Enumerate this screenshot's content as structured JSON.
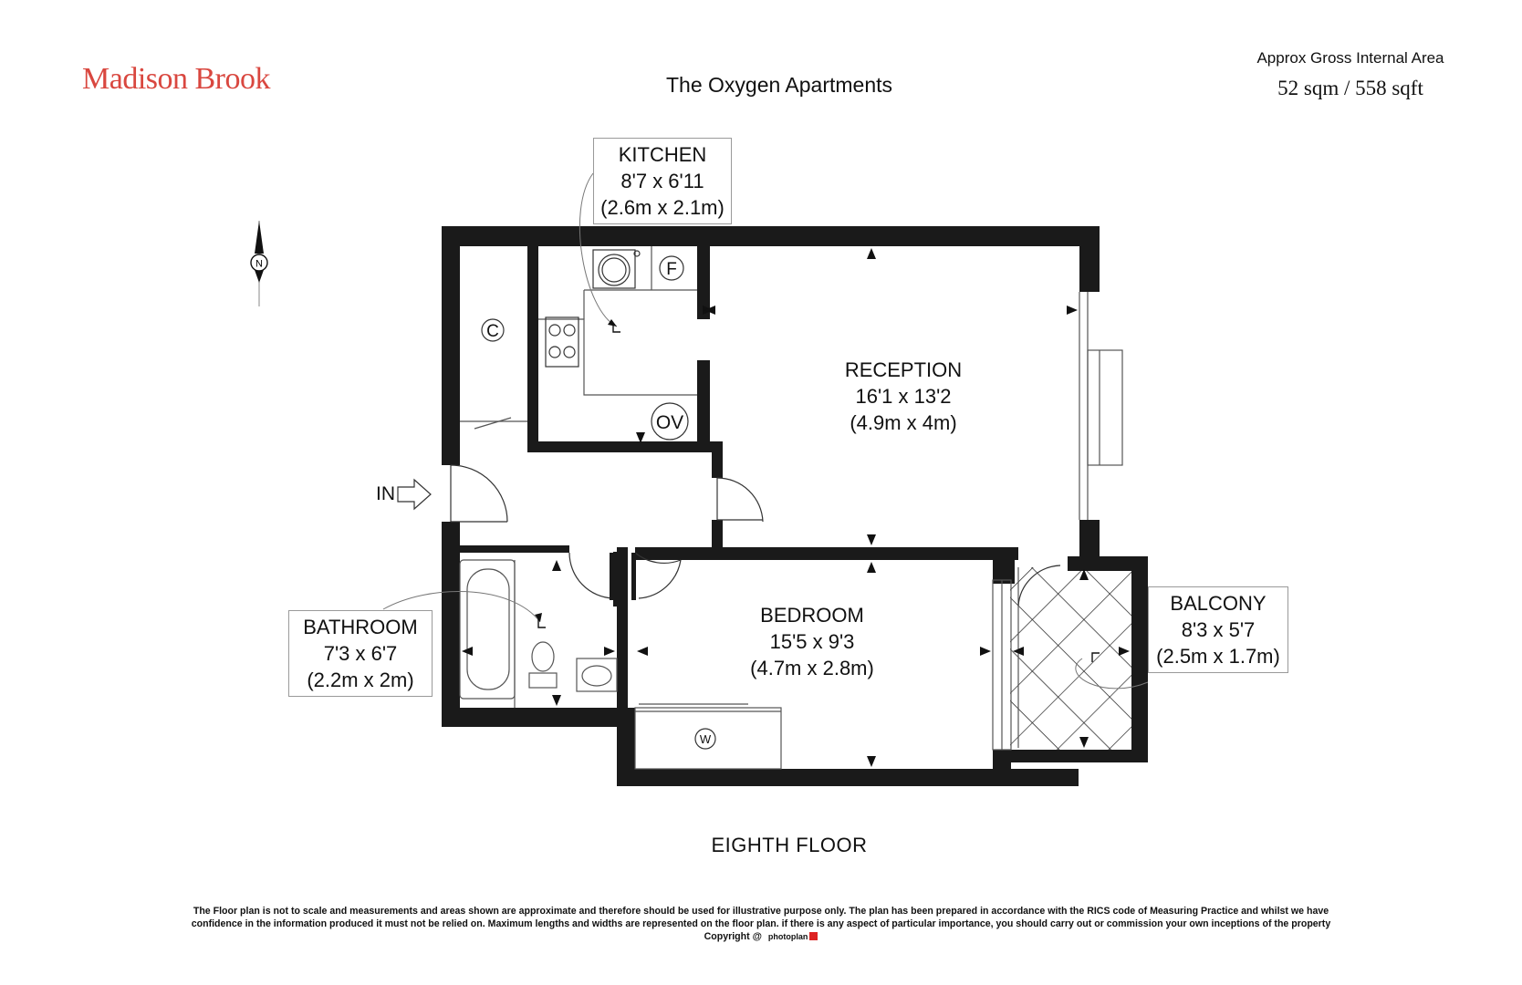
{
  "header": {
    "brand": "Madison Brook",
    "brand_color": "#d9473f",
    "title": "The Oxygen Apartments",
    "area_label": "Approx Gross Internal Area",
    "area_value": "52 sqm / 558 sqft"
  },
  "compass": {
    "north_label": "N"
  },
  "rooms": {
    "kitchen": {
      "name": "KITCHEN",
      "imperial": "8'7 x 6'11",
      "metric": "(2.6m x 2.1m)"
    },
    "reception": {
      "name": "RECEPTION",
      "imperial": "16'1 x 13'2",
      "metric": "(4.9m x 4m)"
    },
    "bathroom": {
      "name": "BATHROOM",
      "imperial": "7'3 x 6'7",
      "metric": "(2.2m x 2m)"
    },
    "bedroom": {
      "name": "BEDROOM",
      "imperial": "15'5 x 9'3",
      "metric": "(4.7m x 2.8m)"
    },
    "balcony": {
      "name": "BALCONY",
      "imperial": "8'3 x 5'7",
      "metric": "(2.5m x 1.7m)"
    }
  },
  "fixtures": {
    "cupboard": "C",
    "fridge": "F",
    "oven": "OV",
    "washer": "W",
    "entrance": "IN"
  },
  "floor_label": "EIGHTH FLOOR",
  "footer": {
    "disclaimer_line1": "The Floor plan is not to scale and measurements and areas shown are approximate and therefore should be used for illustrative purpose only. The plan has been prepared in accordance with the RICS code of Measuring Practice and whilst we have",
    "disclaimer_line2": "confidence in the information produced it must not be relied on. Maximum  lengths and widths are represented on the floor plan. if there is any aspect of particular importance, you should carry out or commission your own inceptions of the property",
    "copyright": "Copyright @",
    "photoplan": "photoplan"
  }
}
